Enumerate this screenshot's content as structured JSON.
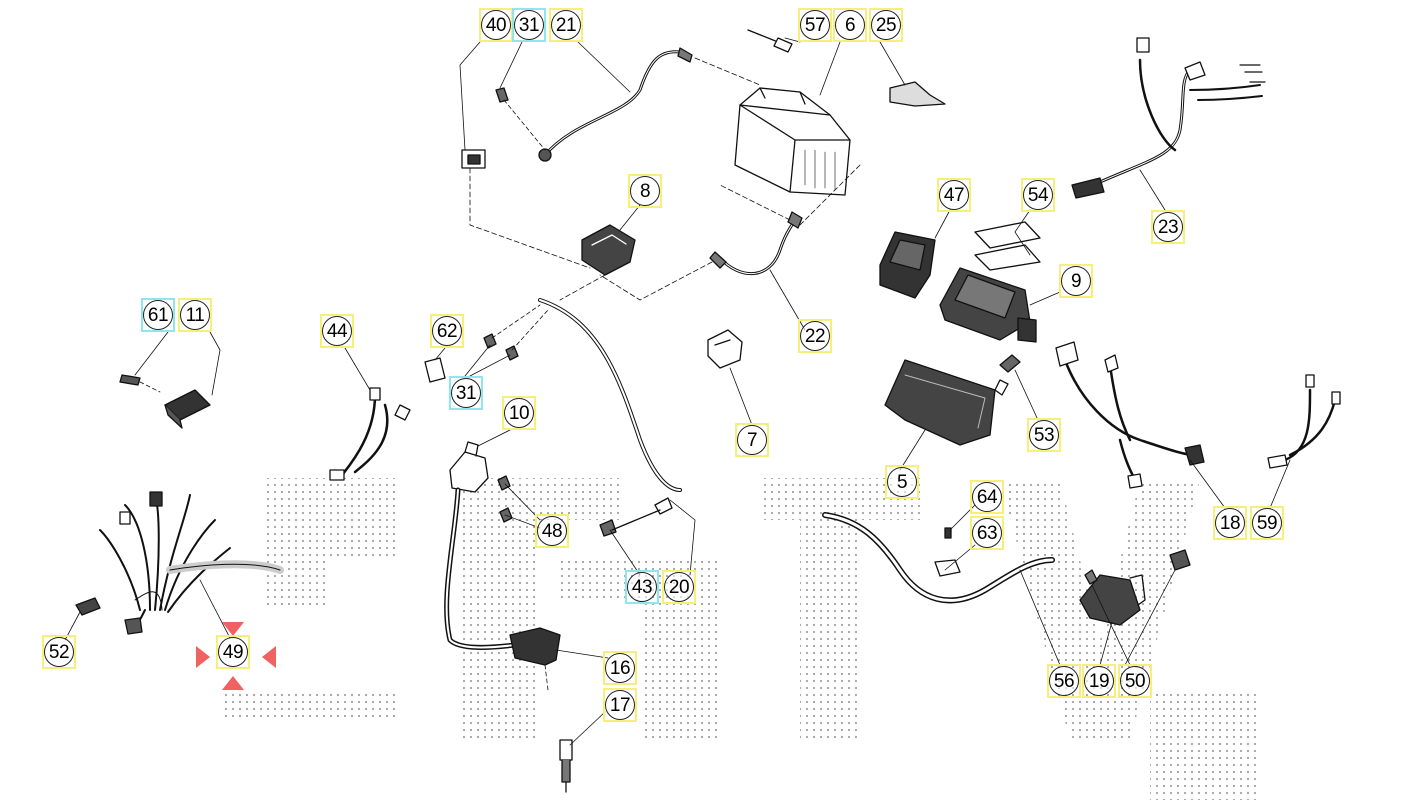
{
  "diagram": {
    "accent_yellow": "#f6f07a",
    "accent_cyan": "#8fe7ec",
    "marker_color": "#f06262",
    "selected_callout": "49",
    "callouts": [
      {
        "id": "c40",
        "label": "40",
        "highlight": "yellow"
      },
      {
        "id": "c31a",
        "label": "31",
        "highlight": "cyan"
      },
      {
        "id": "c21",
        "label": "21",
        "highlight": "yellow"
      },
      {
        "id": "c57",
        "label": "57",
        "highlight": "yellow"
      },
      {
        "id": "c6",
        "label": "6",
        "highlight": "yellow"
      },
      {
        "id": "c25",
        "label": "25",
        "highlight": "yellow"
      },
      {
        "id": "c8",
        "label": "8",
        "highlight": "yellow"
      },
      {
        "id": "c47",
        "label": "47",
        "highlight": "yellow"
      },
      {
        "id": "c54",
        "label": "54",
        "highlight": "yellow"
      },
      {
        "id": "c23",
        "label": "23",
        "highlight": "yellow"
      },
      {
        "id": "c9",
        "label": "9",
        "highlight": "yellow"
      },
      {
        "id": "c61",
        "label": "61",
        "highlight": "cyan"
      },
      {
        "id": "c11",
        "label": "11",
        "highlight": "yellow"
      },
      {
        "id": "c44",
        "label": "44",
        "highlight": "yellow"
      },
      {
        "id": "c62",
        "label": "62",
        "highlight": "yellow"
      },
      {
        "id": "c22",
        "label": "22",
        "highlight": "yellow"
      },
      {
        "id": "c31b",
        "label": "31",
        "highlight": "cyan"
      },
      {
        "id": "c10",
        "label": "10",
        "highlight": "yellow"
      },
      {
        "id": "c7",
        "label": "7",
        "highlight": "yellow"
      },
      {
        "id": "c53",
        "label": "53",
        "highlight": "yellow"
      },
      {
        "id": "c5",
        "label": "5",
        "highlight": "yellow"
      },
      {
        "id": "c64",
        "label": "64",
        "highlight": "yellow"
      },
      {
        "id": "c48",
        "label": "48",
        "highlight": "yellow"
      },
      {
        "id": "c63",
        "label": "63",
        "highlight": "yellow"
      },
      {
        "id": "c18",
        "label": "18",
        "highlight": "yellow"
      },
      {
        "id": "c59",
        "label": "59",
        "highlight": "yellow"
      },
      {
        "id": "c43",
        "label": "43",
        "highlight": "cyan"
      },
      {
        "id": "c20",
        "label": "20",
        "highlight": "yellow"
      },
      {
        "id": "c52",
        "label": "52",
        "highlight": "yellow"
      },
      {
        "id": "c49",
        "label": "49",
        "highlight": "yellow"
      },
      {
        "id": "c16",
        "label": "16",
        "highlight": "yellow"
      },
      {
        "id": "c56",
        "label": "56",
        "highlight": "yellow"
      },
      {
        "id": "c19",
        "label": "19",
        "highlight": "yellow"
      },
      {
        "id": "c50",
        "label": "50",
        "highlight": "yellow"
      },
      {
        "id": "c17",
        "label": "17",
        "highlight": "yellow"
      }
    ],
    "parts": [
      {
        "name": "battery-part"
      },
      {
        "name": "positive-cable-part"
      },
      {
        "name": "negative-cable-part"
      },
      {
        "name": "starter-relay-part"
      },
      {
        "name": "main-harness-part"
      },
      {
        "name": "ignition-coil-part"
      },
      {
        "name": "spark-plug-cap-part"
      },
      {
        "name": "spark-plug-part"
      },
      {
        "name": "rubber-holder-part"
      },
      {
        "name": "cdi-unit-part"
      },
      {
        "name": "fuse-box-part"
      },
      {
        "name": "regulator-part"
      },
      {
        "name": "sub-harness-part"
      },
      {
        "name": "side-harness-part"
      },
      {
        "name": "switch-harness-part"
      },
      {
        "name": "front-harness-part"
      },
      {
        "name": "horn-part"
      },
      {
        "name": "breather-hose-part"
      }
    ]
  }
}
